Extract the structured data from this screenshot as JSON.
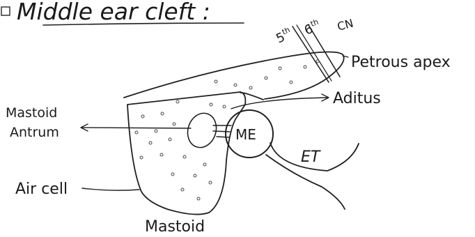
{
  "title": "Middle ear cleft :",
  "labels": {
    "nerve5": "5",
    "nerve5_sup": "th",
    "nerve6": "6",
    "nerve6_sup": "th",
    "cn": "CN",
    "petrous_apex": "Petrous apex",
    "aditus": "Aditus",
    "mastoid_antrum_1": "Mastoid",
    "mastoid_antrum_2": "Antrum",
    "me": "ME",
    "et": "ET",
    "air_cell": "Air cell",
    "mastoid": "Mastoid"
  }
}
